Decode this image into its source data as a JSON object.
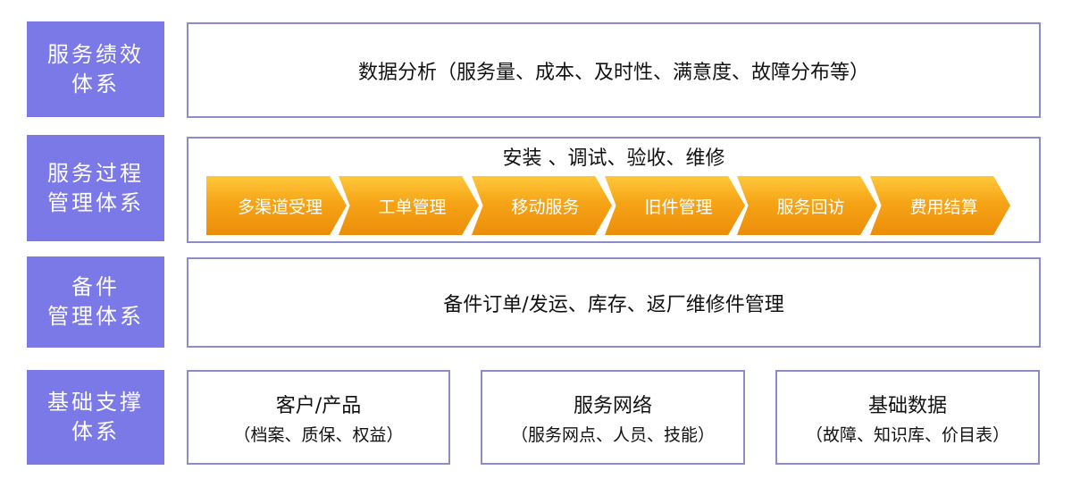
{
  "rows": {
    "performance": {
      "label_lines": [
        "服务绩效",
        "体系"
      ],
      "content": "数据分析（服务量、成本、及时性、满意度、故障分布等）"
    },
    "process": {
      "label_lines": [
        "服务过程",
        "管理体系"
      ],
      "title": "安装 、调试、验收、维修",
      "steps": [
        "多渠道受理",
        "工单管理",
        "移动服务",
        "旧件管理",
        "服务回访",
        "费用结算"
      ]
    },
    "spare_parts": {
      "label_lines": [
        "备件",
        "管理体系"
      ],
      "content": "备件订单/发运、库存、返厂维修件管理"
    },
    "foundation": {
      "label_lines": [
        "基础支撑",
        "体系"
      ],
      "boxes": [
        {
          "title": "客户/产品",
          "detail": "（档案、质保、权益）"
        },
        {
          "title": "服务网络",
          "detail": "（服务网点、人员、技能）"
        },
        {
          "title": "基础数据",
          "detail": "（故障、知识库、价目表）"
        }
      ]
    }
  },
  "colors": {
    "label_bg": "#7b78e8",
    "box_border": "#8d8cc9",
    "arrow_top": "#ffc83a",
    "arrow_bottom": "#ec8d0a"
  }
}
